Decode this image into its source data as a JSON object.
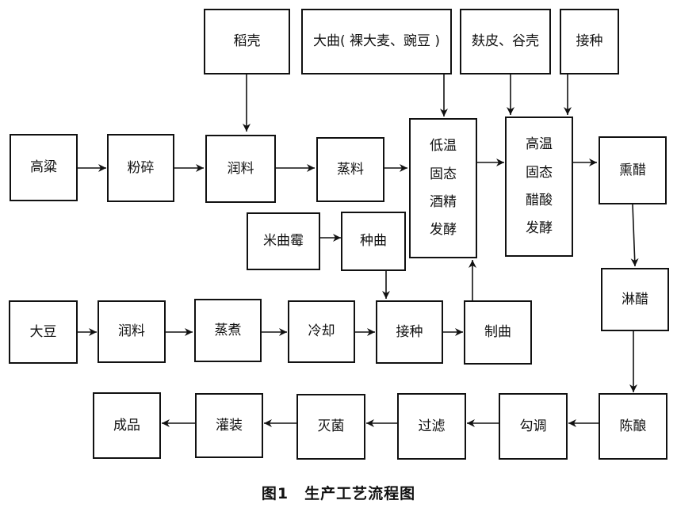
{
  "nodes": {
    "daoke": "稻壳",
    "daqu": "大曲( 裸大麦、豌豆 )",
    "fupi": "麸皮、谷壳",
    "jiezhong_top": "接种",
    "gaoliang": "高粱",
    "fensui": "粉碎",
    "runliao1": "润料",
    "zhengliao": "蒸料",
    "diwen": [
      "低温",
      "固态",
      "酒精",
      "发酵"
    ],
    "gaowen": [
      "高温",
      "固态",
      "醋酸",
      "发酵"
    ],
    "xuncu": "熏醋",
    "miqumei": "米曲霉",
    "zhongqu": "种曲",
    "dadou": "大豆",
    "runliao2": "润料",
    "zhengzhu": "蒸煮",
    "lengque": "冷却",
    "jiezhong_bottom": "接种",
    "zhiqu": "制曲",
    "lincu": "淋醋",
    "chenniang": "陈酿",
    "goutiao": "勾调",
    "guolv": "过滤",
    "miejun": "灭菌",
    "guanzhuang": "灌装",
    "chengpin": "成品"
  },
  "caption": "图1　生产工艺流程图"
}
